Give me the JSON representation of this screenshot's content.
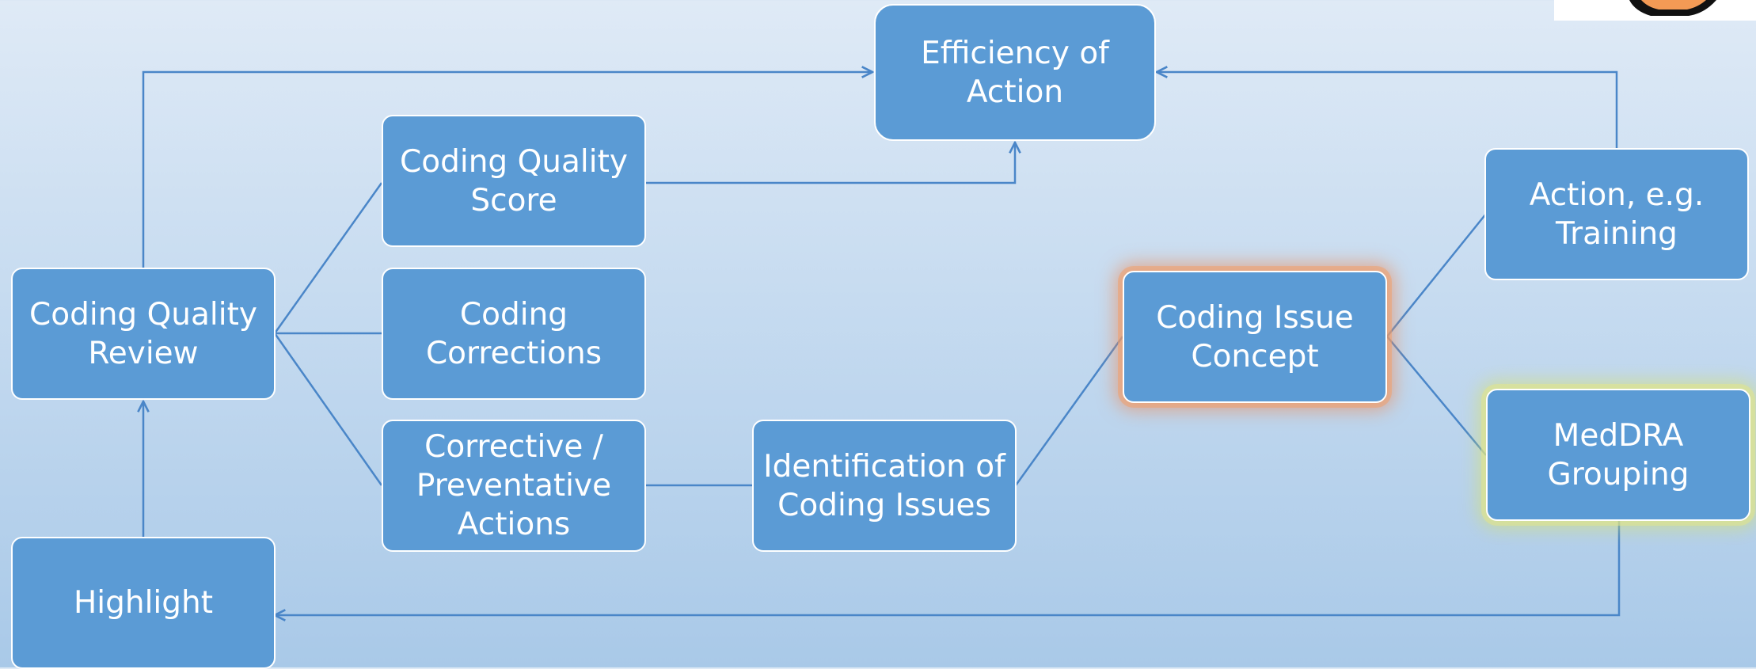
{
  "diagram": {
    "nodes": {
      "efficiency": "Efficiency of\nAction",
      "coding_quality_score": "Coding Quality\nScore",
      "coding_quality_review": "Coding Quality\nReview",
      "coding_corrections": "Coding\nCorrections",
      "corrective_actions": "Corrective /\nPreventative\nActions",
      "identification": "Identification of\nCoding Issues",
      "coding_issue_concept": "Coding Issue\nConcept",
      "action_training": "Action, e.g.\nTraining",
      "meddra_grouping": "MedDRA\nGrouping",
      "highlight": "Highlight"
    },
    "colors": {
      "node_fill": "#5b9bd5",
      "node_border": "#ffffff",
      "connector": "#4a86c8",
      "glow_orange": "#ec8c5a",
      "glow_yellow": "#d7e16e"
    }
  }
}
